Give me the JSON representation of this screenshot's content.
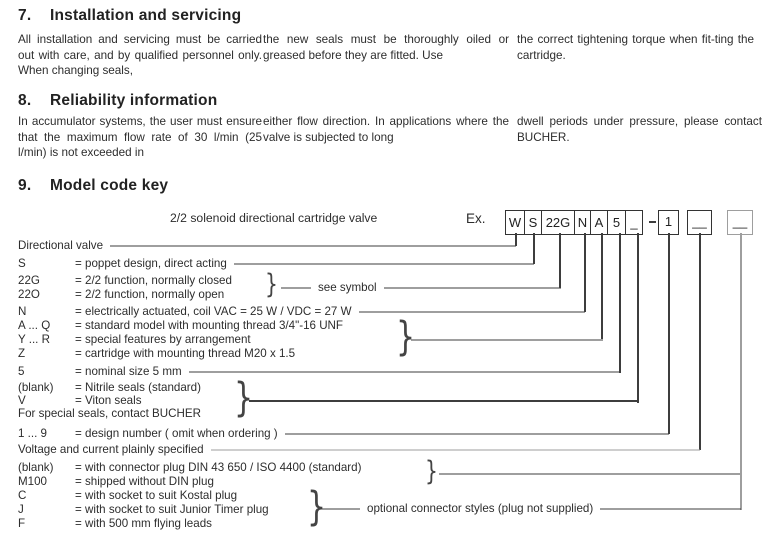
{
  "colors": {
    "line": "#3d3d3d",
    "gray_line": "#9e9e9e",
    "text": "#2d2d2d"
  },
  "sections": [
    {
      "number": "7.",
      "title": "Installation and servicing",
      "col1": "All installation and servicing must be carried out with care, and by qualified personnel only. When changing seals,",
      "col2": "the new seals must be thoroughly oiled or greased before they are fitted. Use",
      "col3": "the correct tightening torque when fit-ting the cartridge."
    },
    {
      "number": "8.",
      "title": "Reliability information",
      "col1": "In accumulator systems, the user must ensure that the maximum flow rate of 30 l/min (25 l/min) is not exceeded in",
      "col2": "either flow direction. In applications where the valve is subjected to long",
      "col3": "dwell periods under pressure, please contact BUCHER."
    },
    {
      "number": "9.",
      "title": "Model code key"
    }
  ],
  "model_code": {
    "subtitle": "2/2 solenoid directional cartridge valve",
    "example_label": "Ex.",
    "cells": [
      "W",
      "S",
      "22G",
      "N",
      "A",
      "5",
      "_"
    ],
    "dash": "-",
    "design_cell": "1",
    "plain_box_a": "__",
    "plain_box_b": "__",
    "see_symbol": "see symbol",
    "optional_note": "optional connector styles (plug not supplied)",
    "brace": "}",
    "rows": [
      {
        "text": "Directional valve"
      },
      {
        "code": "S",
        "desc": "= poppet design, direct acting"
      },
      {
        "code": "22G",
        "desc": "= 2/2 function, normally closed"
      },
      {
        "code": "22O",
        "desc": "= 2/2 function, normally open"
      },
      {
        "code": "N",
        "desc": "= electrically actuated, coil VAC = 25 W  /  VDC = 27 W"
      },
      {
        "code": "A ... Q",
        "desc": "= standard model with mounting thread 3/4\"-16 UNF"
      },
      {
        "code": "Y ... R",
        "desc": "= special features by arrangement"
      },
      {
        "code": "Z",
        "desc": "= cartridge with mounting thread M20 x 1.5"
      },
      {
        "code": "5",
        "desc": "= nominal size 5 mm"
      },
      {
        "code": "(blank)",
        "desc": "= Nitrile seals (standard)"
      },
      {
        "code": "V",
        "desc": "= Viton seals"
      },
      {
        "text": "For special seals, contact BUCHER"
      },
      {
        "code": "1 ... 9",
        "desc": "= design number  ( omit when ordering )"
      },
      {
        "text": "Voltage and current plainly specified"
      },
      {
        "code": "(blank)",
        "desc": "= with connector plug DIN 43 650 / ISO 4400 (standard)"
      },
      {
        "code": "M100",
        "desc": "= shipped without DIN plug"
      },
      {
        "code": "C",
        "desc": "= with socket to suit Kostal plug"
      },
      {
        "code": "J",
        "desc": "= with socket to suit Junior Timer plug"
      },
      {
        "code": "F",
        "desc": "= with 500 mm flying leads"
      }
    ]
  }
}
